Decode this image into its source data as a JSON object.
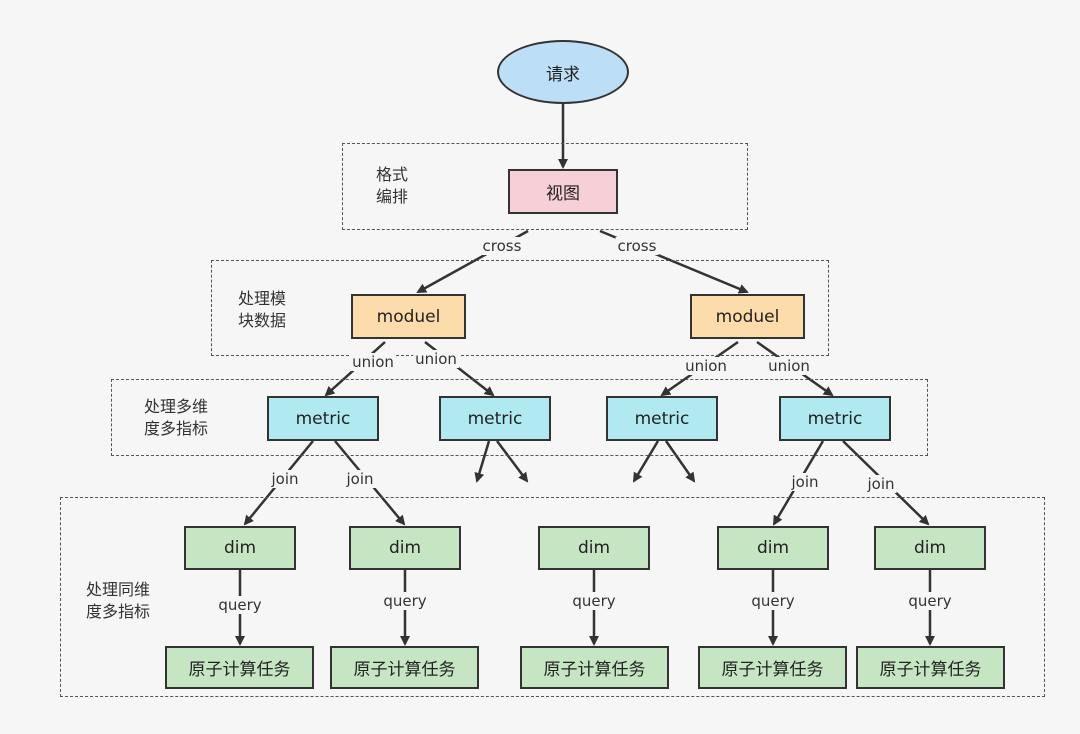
{
  "nodes": {
    "request": "请求",
    "view": "视图",
    "module_label": "moduel",
    "metric_label": "metric",
    "dim_label": "dim",
    "task_label": "原子计算任务"
  },
  "groups": {
    "format": "格式\n编排",
    "module": "处理模\n块数据",
    "metric": "处理多维\n度多指标",
    "dim": "处理同维\n度多指标"
  },
  "edge_labels": {
    "cross": "cross",
    "union": "union",
    "join": "join",
    "query": "query"
  }
}
